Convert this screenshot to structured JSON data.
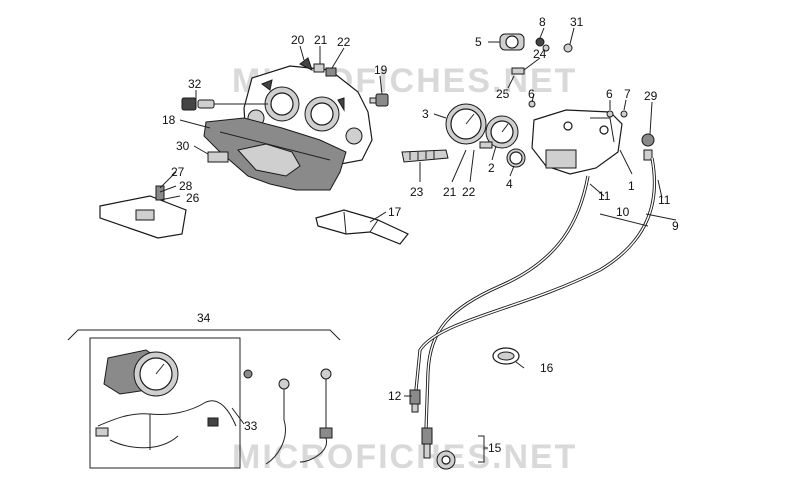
{
  "watermark_top": "MICROFICHES.NET",
  "watermark_bottom": "MICROFICHES.NET",
  "callouts": [
    {
      "id": "p1",
      "text": "1"
    },
    {
      "id": "p2",
      "text": "2"
    },
    {
      "id": "p3",
      "text": "3"
    },
    {
      "id": "p4",
      "text": "4"
    },
    {
      "id": "p5",
      "text": "5"
    },
    {
      "id": "p6a",
      "text": "6"
    },
    {
      "id": "p6b",
      "text": "6"
    },
    {
      "id": "p7",
      "text": "7"
    },
    {
      "id": "p8",
      "text": "8"
    },
    {
      "id": "p9",
      "text": "9"
    },
    {
      "id": "p10",
      "text": "10"
    },
    {
      "id": "p11a",
      "text": "11"
    },
    {
      "id": "p11b",
      "text": "11"
    },
    {
      "id": "p12",
      "text": "12"
    },
    {
      "id": "p15",
      "text": "15"
    },
    {
      "id": "p16",
      "text": "16"
    },
    {
      "id": "p17",
      "text": "17"
    },
    {
      "id": "p18",
      "text": "18"
    },
    {
      "id": "p19",
      "text": "19"
    },
    {
      "id": "p20",
      "text": "20"
    },
    {
      "id": "p21a",
      "text": "21"
    },
    {
      "id": "p21b",
      "text": "21"
    },
    {
      "id": "p22a",
      "text": "22"
    },
    {
      "id": "p22b",
      "text": "22"
    },
    {
      "id": "p23",
      "text": "23"
    },
    {
      "id": "p24",
      "text": "24"
    },
    {
      "id": "p25",
      "text": "25"
    },
    {
      "id": "p26",
      "text": "26"
    },
    {
      "id": "p27",
      "text": "27"
    },
    {
      "id": "p28",
      "text": "28"
    },
    {
      "id": "p29",
      "text": "29"
    },
    {
      "id": "p30",
      "text": "30"
    },
    {
      "id": "p31",
      "text": "31"
    },
    {
      "id": "p32",
      "text": "32"
    },
    {
      "id": "p33",
      "text": "33"
    },
    {
      "id": "p34",
      "text": "34"
    }
  ]
}
